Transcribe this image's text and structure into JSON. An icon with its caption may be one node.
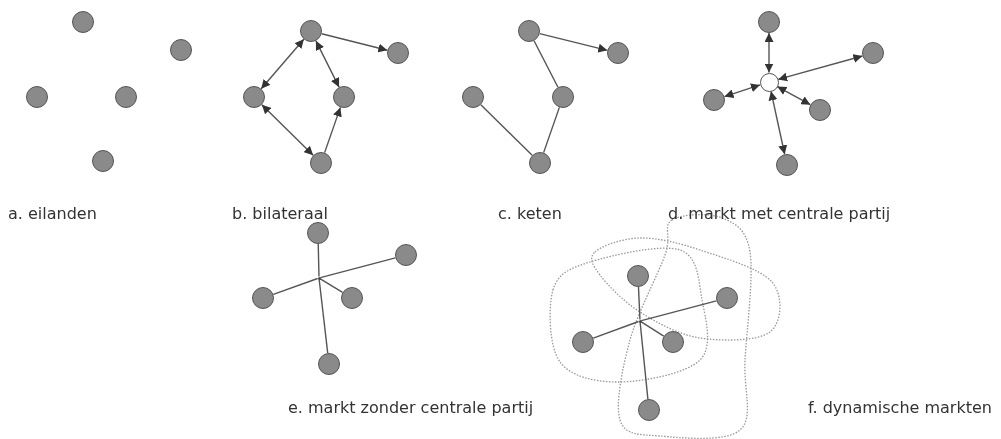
{
  "diagram": {
    "nodes": [
      {
        "text": [],
        "shape": "circle"
      },
      {
        "text": [],
        "shape": "circle"
      },
      {
        "text": [],
        "shape": "circle"
      },
      {
        "text": [],
        "shape": "circle"
      },
      {
        "text": [],
        "shape": "circle"
      },
      {
        "text": [],
        "shape": "circle"
      },
      {
        "text": [],
        "shape": "circle"
      },
      {
        "text": [],
        "shape": "circle"
      },
      {
        "text": [],
        "shape": "circle"
      },
      {
        "text": [],
        "shape": "circle"
      },
      {
        "text": [],
        "shape": "circle"
      },
      {
        "text": [],
        "shape": "circle"
      },
      {
        "text": [],
        "shape": "circle"
      },
      {
        "text": [],
        "shape": "circle"
      },
      {
        "text": [],
        "shape": "circle"
      },
      {
        "text": [],
        "shape": "circle"
      },
      {
        "text": [],
        "shape": "circle"
      },
      {
        "text": [],
        "shape": "circle"
      },
      {
        "text": [],
        "shape": "circle"
      },
      {
        "text": [],
        "shape": "circle"
      },
      {
        "text": [],
        "shape": "circle"
      },
      {
        "text": [],
        "shape": "circle"
      },
      {
        "text": [],
        "shape": "circle"
      },
      {
        "text": [],
        "shape": "point"
      },
      {
        "text": [],
        "shape": "circle"
      },
      {
        "text": [],
        "shape": "circle"
      },
      {
        "text": [],
        "shape": "circle"
      },
      {
        "text": [],
        "shape": "circle"
      },
      {
        "text": [],
        "shape": "circle"
      },
      {
        "text": [],
        "shape": "point"
      },
      {
        "text": [],
        "shape": "circle"
      },
      {
        "text": [],
        "shape": "circle"
      },
      {
        "text": [],
        "shape": "circle"
      }
    ],
    "edges": [
      {
        "from": 5,
        "to": 6,
        "arrow": "to"
      },
      {
        "from": 5,
        "to": 7,
        "arrow": "both"
      },
      {
        "from": 5,
        "to": 8,
        "arrow": "both"
      },
      {
        "from": 7,
        "to": 9,
        "arrow": "both"
      },
      {
        "from": 9,
        "to": 8,
        "arrow": "to"
      },
      {
        "from": 10,
        "to": 11,
        "arrow": "to"
      },
      {
        "from": 10,
        "to": 13,
        "arrow": "none"
      },
      {
        "from": 12,
        "to": 14,
        "arrow": "none"
      },
      {
        "from": 13,
        "to": 14,
        "arrow": "none"
      },
      {
        "from": 17,
        "to": 15,
        "arrow": "both"
      },
      {
        "from": 17,
        "to": 16,
        "arrow": "both"
      },
      {
        "from": 17,
        "to": 18,
        "arrow": "both"
      },
      {
        "from": 17,
        "to": 19,
        "arrow": "both"
      },
      {
        "from": 17,
        "to": 20,
        "arrow": "both"
      },
      {
        "from": 21,
        "to": 23,
        "arrow": "none"
      },
      {
        "from": 22,
        "to": 23,
        "arrow": "none"
      },
      {
        "from": 24,
        "to": 23,
        "arrow": "none"
      },
      {
        "from": 25,
        "to": 23,
        "arrow": "none"
      },
      {
        "from": 26,
        "to": 23,
        "arrow": "none"
      },
      {
        "from": 27,
        "to": 29,
        "arrow": "none"
      },
      {
        "from": 28,
        "to": 29,
        "arrow": "none"
      },
      {
        "from": 30,
        "to": 29,
        "arrow": "none"
      },
      {
        "from": 31,
        "to": 29,
        "arrow": "none"
      },
      {
        "from": 32,
        "to": 29,
        "arrow": "none"
      }
    ],
    "labels": [
      "a. eilanden",
      "b. bilateraal",
      "c. keten",
      "d. markt met centrale partij",
      "e. markt zonder centrale partij",
      "f. dynamische markten"
    ]
  }
}
